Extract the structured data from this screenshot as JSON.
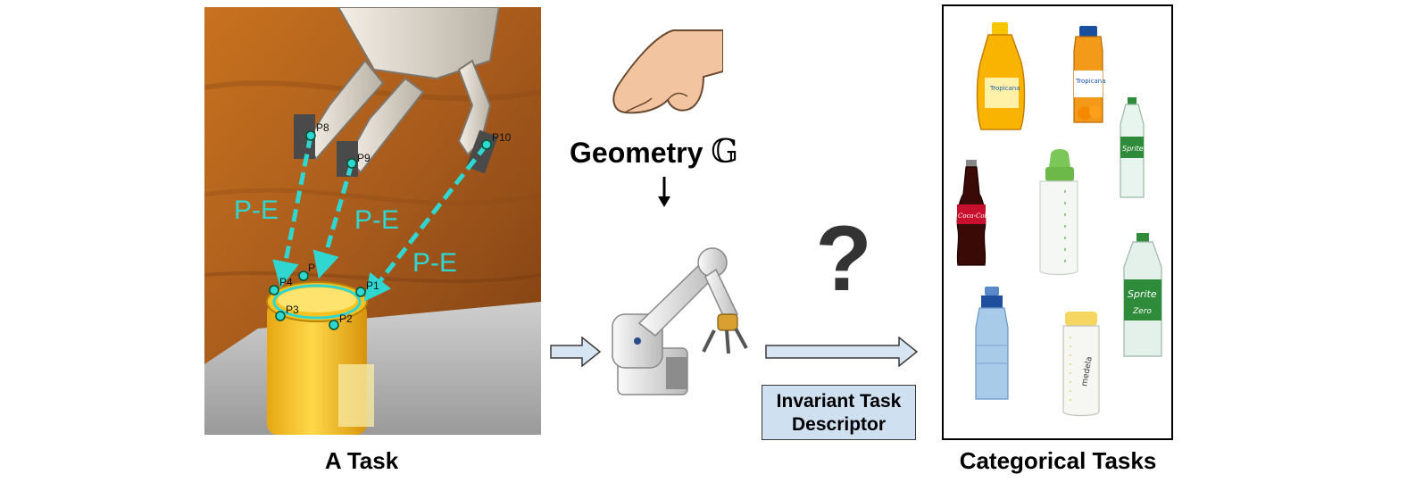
{
  "left_panel": {
    "caption": "A Task",
    "edge_labels": [
      "P-E",
      "P-E",
      "P-E"
    ],
    "finger_points": [
      "P8",
      "P9",
      "P10"
    ],
    "rim_points": [
      "P4",
      "P",
      "P3",
      "P2",
      "P1"
    ]
  },
  "middle": {
    "geometry_label": "Geometry",
    "geometry_symbol": "𝔾",
    "icons": [
      "hand-pinch-icon",
      "robot-arm-icon"
    ]
  },
  "descriptor": {
    "question_mark": "?",
    "label_line1": "Invariant Task",
    "label_line2": "Descriptor"
  },
  "right_panel": {
    "caption": "Categorical Tasks",
    "bottle_labels": [
      "Tropicana",
      "Sprite",
      "Coca-Cola",
      "Sprite",
      "Zero",
      "medela"
    ]
  },
  "colors": {
    "annotation_cyan": "#30d6d0",
    "arrow_fill": "#d7e5f3",
    "descriptor_box": "#cfe0f1",
    "scene_background": "#a65a1c"
  }
}
